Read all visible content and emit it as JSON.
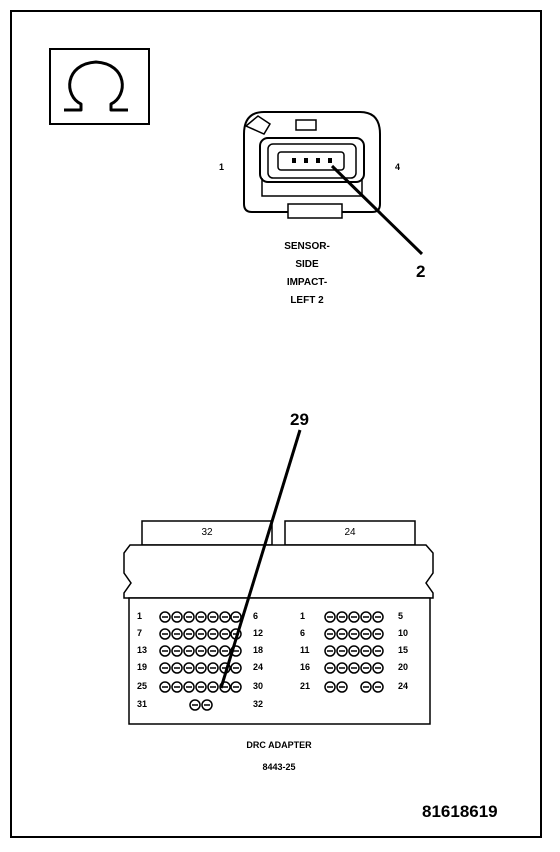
{
  "sensor": {
    "name_lines": [
      "SENSOR-",
      "SIDE",
      "IMPACT-",
      "LEFT 2"
    ],
    "pin_left": "1",
    "pin_right": "4",
    "callout": "2"
  },
  "adapter": {
    "callout": "29",
    "tab_left": "32",
    "tab_right": "24",
    "name": "DRC ADAPTER",
    "part_number": "8443-25",
    "left_block_rows": [
      {
        "start": "1",
        "end": "6"
      },
      {
        "start": "7",
        "end": "12"
      },
      {
        "start": "13",
        "end": "18"
      },
      {
        "start": "19",
        "end": "24"
      },
      {
        "start": "25",
        "end": "30"
      },
      {
        "start": "31",
        "end": "32"
      }
    ],
    "right_block_rows": [
      {
        "start": "1",
        "end": "5"
      },
      {
        "start": "6",
        "end": "10"
      },
      {
        "start": "11",
        "end": "15"
      },
      {
        "start": "16",
        "end": "20"
      },
      {
        "start": "21",
        "end": "24"
      }
    ]
  },
  "figure_id": "81618619",
  "icon": "ohmmeter-omega-icon"
}
